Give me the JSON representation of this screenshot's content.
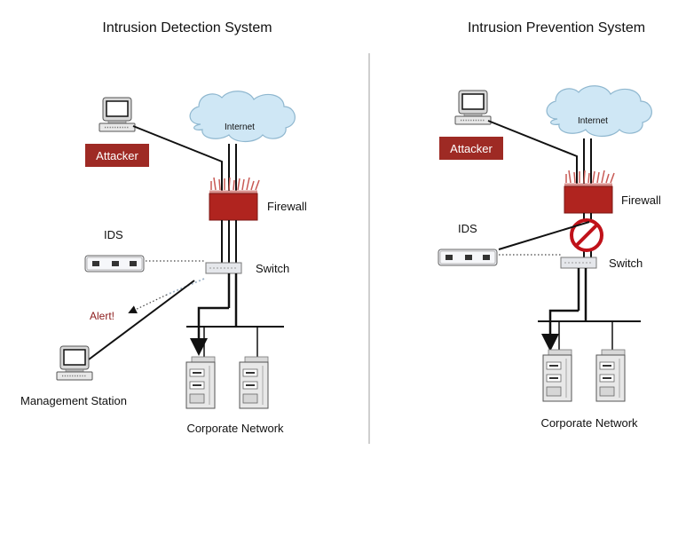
{
  "left_panel": {
    "title": "Intrusion Detection System",
    "internet_label": "Internet",
    "attacker_label": "Attacker",
    "firewall_label": "Firewall",
    "ids_label": "IDS",
    "switch_label": "Switch",
    "alert_label": "Alert!",
    "management_label": "Management Station",
    "network_label": "Corporate Network"
  },
  "right_panel": {
    "title": "Intrusion Prevention System",
    "internet_label": "Internet",
    "attacker_label": "Attacker",
    "firewall_label": "Firewall",
    "ids_label": "IDS",
    "switch_label": "Switch",
    "network_label": "Corporate Network"
  },
  "colors": {
    "firewall": "#b0241f",
    "attacker_badge": "#9e2a24",
    "cloud": "#cfe7f5",
    "block": "#c0121a",
    "alert_text": "#8b1a1a"
  }
}
